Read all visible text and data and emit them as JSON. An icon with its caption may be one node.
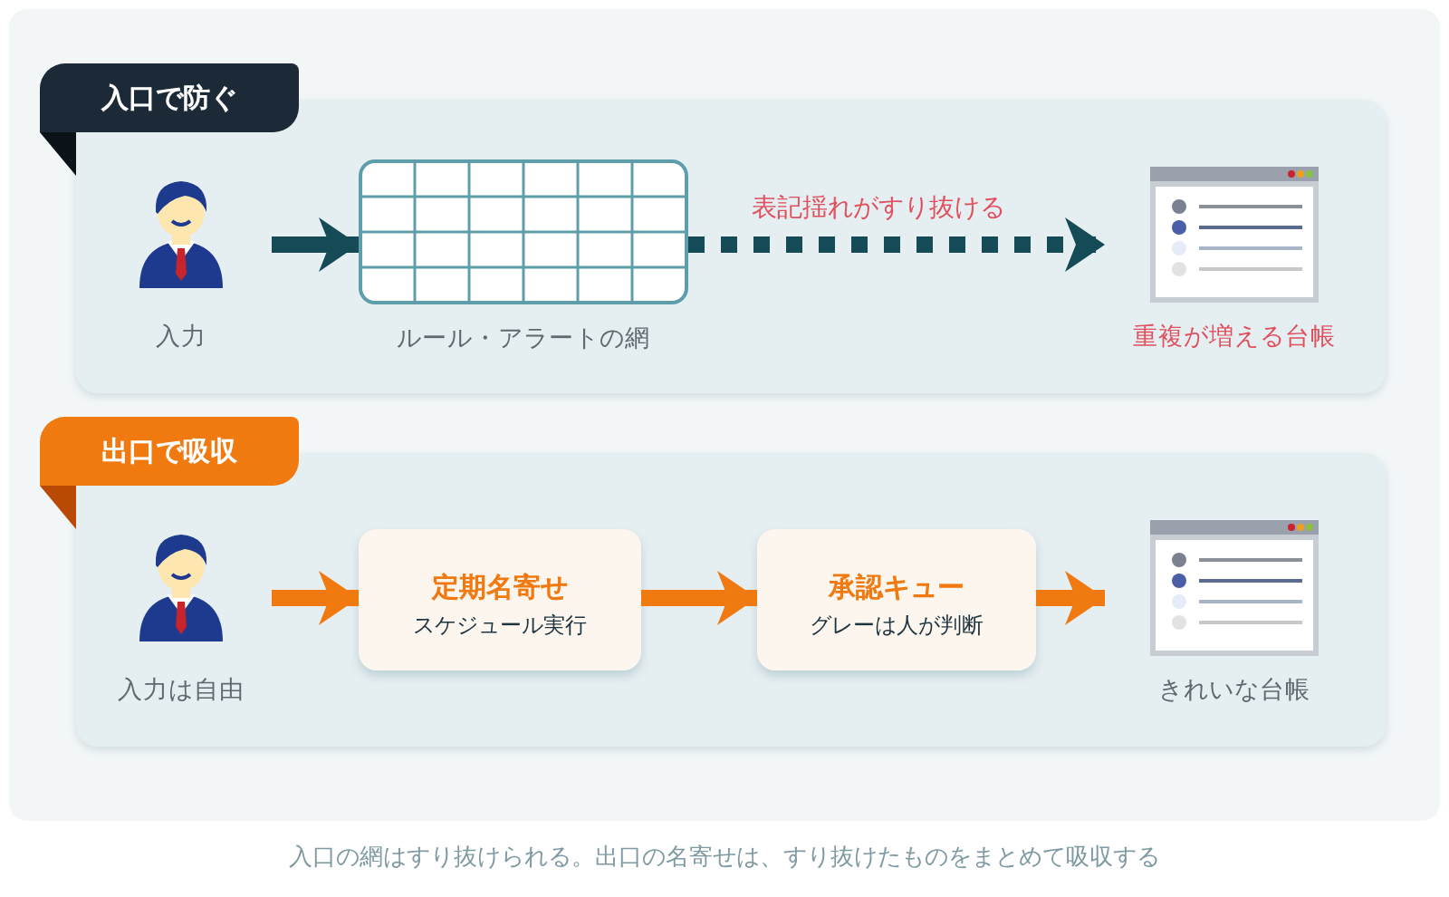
{
  "diagram": {
    "nodes": [
      {
        "text": [
          "入口で防ぐ"
        ]
      },
      {
        "text": [],
        "shape": "person",
        "in": 0,
        "beside": [
          "入力"
        ]
      },
      {
        "text": [],
        "shape": "grid",
        "in": 0,
        "beside": [
          "ルール・アラートの網"
        ]
      },
      {
        "text": [],
        "shape": "window",
        "in": 0,
        "beside": [
          "重複が増える台帳"
        ]
      },
      {
        "text": [
          "出口で吸収"
        ]
      },
      {
        "text": [],
        "shape": "person",
        "in": 4,
        "beside": [
          "入力は自由"
        ]
      },
      {
        "text": [
          "定期名寄せ",
          "スケジュール実行"
        ],
        "in": 4
      },
      {
        "text": [
          "承認キュー",
          "グレーは人が判断"
        ],
        "in": 4
      },
      {
        "text": [],
        "shape": "window",
        "in": 4,
        "beside": [
          "きれいな台帳"
        ]
      }
    ],
    "edges": [
      {
        "from": 1,
        "to": 2,
        "arrow": "to",
        "color": "#144b56"
      },
      {
        "from": 2,
        "to": 3,
        "arrow": "to",
        "label": "表記揺れがすり抜ける",
        "style": "dashed",
        "color": "#144b56"
      },
      {
        "from": 5,
        "to": 6,
        "arrow": "to"
      },
      {
        "from": 6,
        "to": 7,
        "arrow": "to"
      },
      {
        "from": 7,
        "to": 8,
        "arrow": "to"
      }
    ],
    "caption": "入口の網はすり抜けられる。出口の名寄せは、すり抜けたものをまとめて吸収する"
  }
}
